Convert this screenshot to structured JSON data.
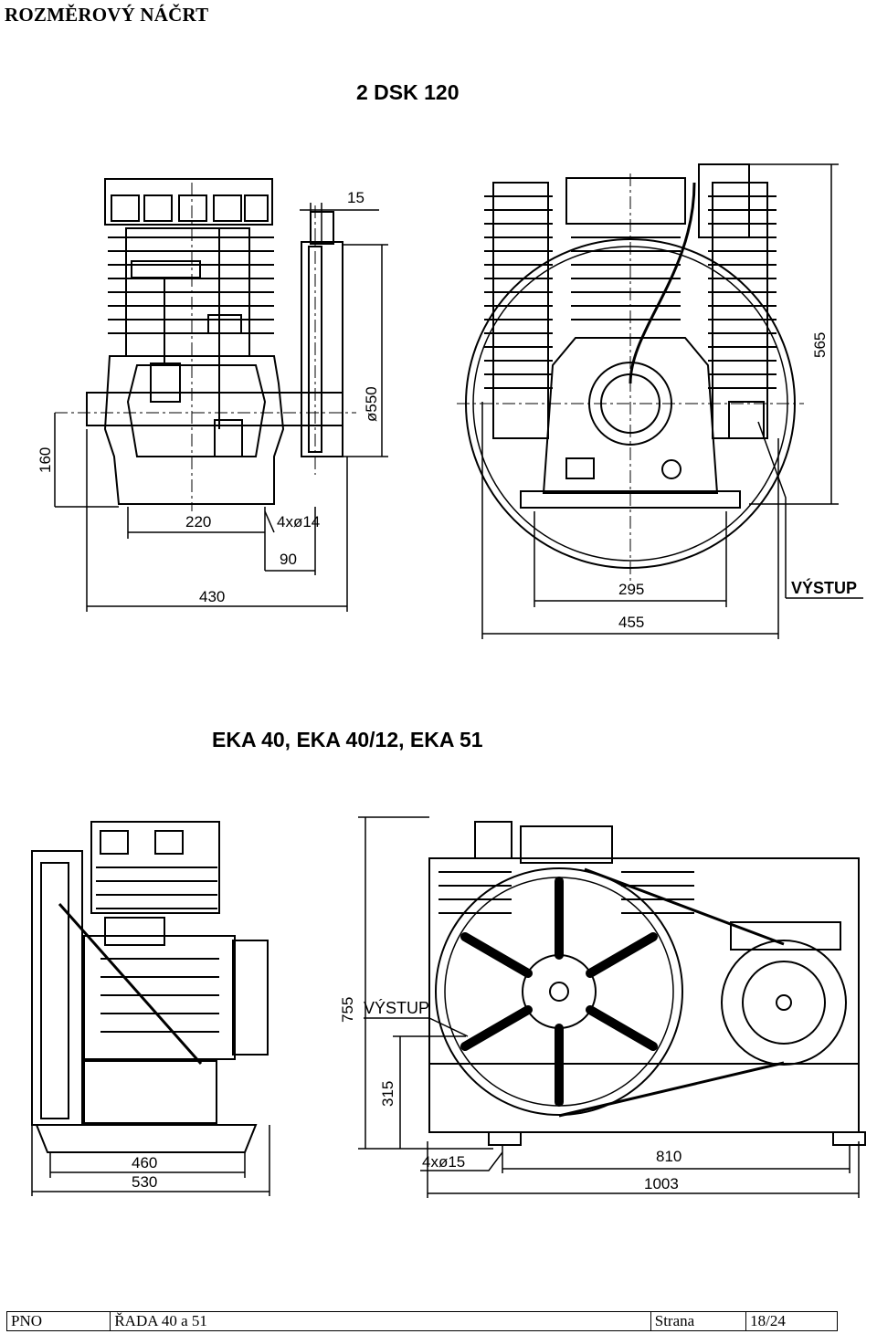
{
  "header": {
    "title": "ROZMĚROVÝ NÁČRT"
  },
  "drawing_top": {
    "caption": "2 DSK 120",
    "dims": {
      "d15": "15",
      "d550": "ø550",
      "d160": "160",
      "d220": "220",
      "d4x14": "4xø14",
      "d90": "90",
      "d430": "430",
      "d565": "565",
      "d295": "295",
      "d455": "455",
      "vystup": "VÝSTUP"
    }
  },
  "drawing_bottom": {
    "caption": "EKA 40, EKA 40/12, EKA 51",
    "dims": {
      "d755": "755",
      "vystup": "VÝSTUP",
      "d315": "315",
      "d460": "460",
      "d530": "530",
      "d4x15": "4xø15",
      "d810": "810",
      "d1003": "1003"
    }
  },
  "footer": {
    "cell1": "PNO",
    "cell2": "ŘADA 40 a 51",
    "cell3": "Strana",
    "cell4": "18/24"
  }
}
